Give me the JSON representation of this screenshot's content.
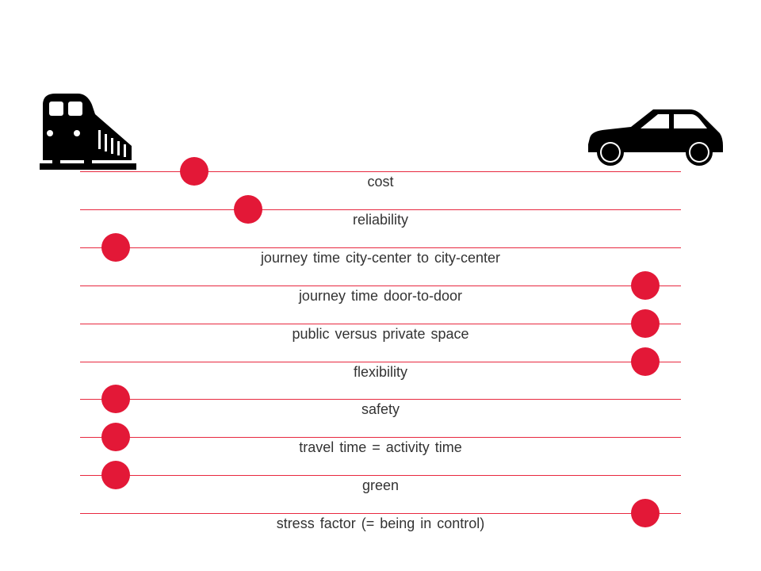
{
  "colors": {
    "line": "#e8283f",
    "dot": "#e31837",
    "text": "#333333",
    "icon": "#000000"
  },
  "icons": {
    "left": "train-icon",
    "right": "car-icon"
  },
  "rows": [
    {
      "label": "cost",
      "position": 0.19
    },
    {
      "label": "reliability",
      "position": 0.28
    },
    {
      "label": "journey time city-center to city-center",
      "position": 0.06
    },
    {
      "label": "journey time door-to-door",
      "position": 0.94
    },
    {
      "label": "public versus private space",
      "position": 0.94
    },
    {
      "label": "flexibility",
      "position": 0.94
    },
    {
      "label": "safety",
      "position": 0.06
    },
    {
      "label": "travel time = activity time",
      "position": 0.06
    },
    {
      "label": "green",
      "position": 0.06
    },
    {
      "label": "stress factor (= being in control)",
      "position": 0.94
    }
  ]
}
